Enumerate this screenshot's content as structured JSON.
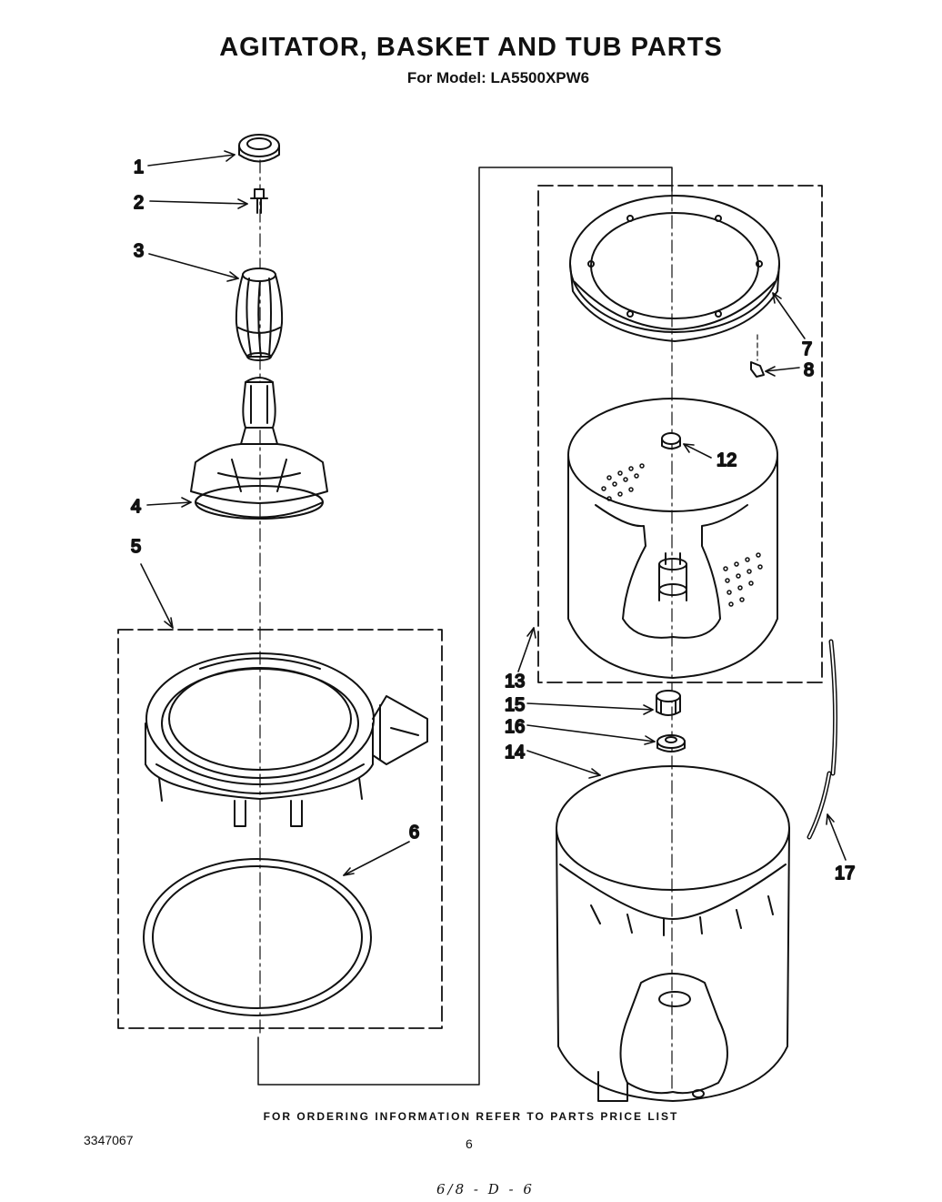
{
  "title": "AGITATOR, BASKET AND TUB PARTS",
  "subtitle": "For Model: LA5500XPW6",
  "footer_note": "FOR ORDERING INFORMATION REFER TO PARTS PRICE LIST",
  "document_number": "3347067",
  "page_number": "6",
  "handwritten_note": "6/8 - D - 6",
  "callouts": {
    "c1": "1",
    "c2": "2",
    "c3": "3",
    "c4": "4",
    "c5": "5",
    "c6": "6",
    "c7": "7",
    "c8": "8",
    "c12": "12",
    "c13": "13",
    "c14": "14",
    "c15": "15",
    "c16": "16",
    "c17": "17"
  },
  "parts": {
    "p1": "agitator-cap",
    "p2": "agitator-bolt",
    "p3": "agitator-auger",
    "p4": "agitator-base",
    "p6": "seal-ring",
    "p7": "balance-ring",
    "p8": "clip",
    "p12": "basket-nut",
    "p13": "basket",
    "p14": "tub",
    "p15": "hub",
    "p16": "seal",
    "p17": "hose"
  }
}
